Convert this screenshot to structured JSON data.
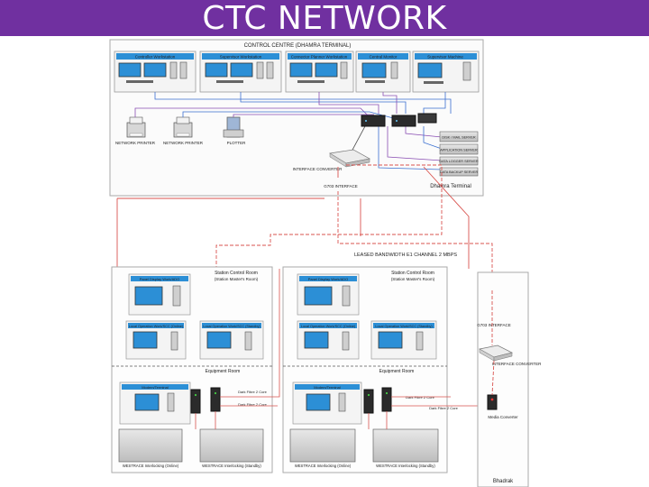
{
  "title": "CTC NETWORK",
  "control_centre": {
    "heading": "CONTROL CENTRE (DHAMRA TERMINAL)",
    "workstations": [
      "Controller Workstation",
      "Supervisor Workstation",
      "Connector Planner Workstation",
      "Central Monitor",
      "Supervisor Machine"
    ],
    "printers": [
      "NETWORK PRINTER",
      "NETWORK PRINTER"
    ],
    "plotter": "PLOTTER",
    "interface_converter": "INTERFACE CONVERTER",
    "g703_interface": "G703 INTERFACE",
    "servers": [
      "DISK / MAIL SERVER",
      "APPLICATION SERVER",
      "DATA LOGGER SERVER",
      "DATA BACKUP SERVER"
    ],
    "terminal_label": "Dhamra Terminal"
  },
  "leased_link_label": "LEASED BANDWIDTH E1 CHANNEL 2 MBPS",
  "stations": [
    {
      "room_title": "Station Control Room",
      "room_subtitle": "(Station Master's Room)",
      "monitors": [
        "Panel Display Work/ADO",
        "Local Operation Work/SCC (Online)",
        "Local Operation Work/SCC (Standby)"
      ],
      "equipment_room": "Equipment Room",
      "terminal": "Modem/Terminal",
      "fibre_labels": [
        "Dark Fibre 2 Core",
        "Dark Fibre 2 Core"
      ],
      "interlocking": [
        "WESTRACE Interlocking (Online)",
        "WESTRACE Interlocking (Standby)"
      ]
    },
    {
      "room_title": "Station Control Room",
      "room_subtitle": "(Station Master's Room)",
      "monitors": [
        "Panel Display Work/ADO",
        "Local Operation Work/SCC (Online)",
        "Local Operation Work/SCC (Standby)"
      ],
      "equipment_room": "Equipment Room",
      "terminal": "Modem/Terminal",
      "fibre_labels": [
        "Dark Fibre 2 Core",
        "Dark Fibre 2 Core"
      ],
      "interlocking": [
        "WESTRACE Interlocking (Online)",
        "WESTRACE Interlocking (Standby)"
      ]
    }
  ],
  "bhadrak": {
    "g703_interface": "G703 INTERFACE",
    "interface_converter": "INTERFACE CONVERTER",
    "media_converter": "Media Converter",
    "label": "Bhadrak"
  },
  "colors": {
    "title_bar": "#7030a0",
    "screen_blue": "#2c8fd6",
    "link_red": "#d9534f",
    "link_blue": "#3a6fd0",
    "link_purple": "#8a4fb3",
    "box_border": "#999999"
  }
}
